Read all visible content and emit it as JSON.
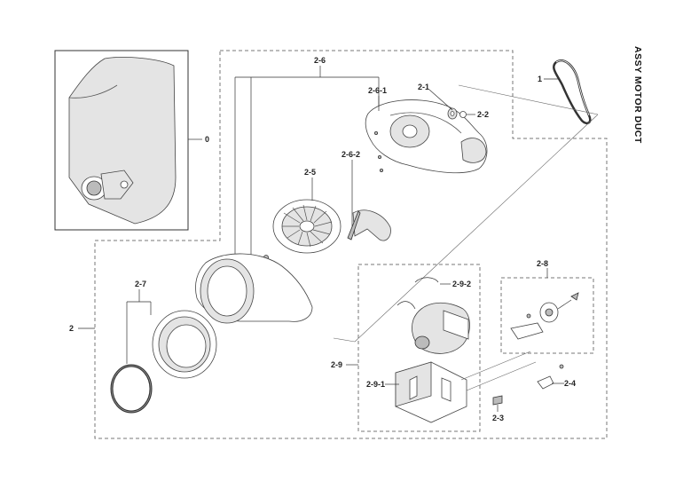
{
  "title": "ASSY MOTOR DUCT",
  "labels": {
    "l0": "0",
    "l1": "1",
    "l2": "2",
    "l2_1": "2-1",
    "l2_2": "2-2",
    "l2_3": "2-3",
    "l2_4": "2-4",
    "l2_5": "2-5",
    "l2_6": "2-6",
    "l2_6_1": "2-6-1",
    "l2_6_2": "2-6-2",
    "l2_7": "2-7",
    "l2_8": "2-8",
    "l2_9": "2-9",
    "l2_9_1": "2-9-1",
    "l2_9_2": "2-9-2"
  }
}
